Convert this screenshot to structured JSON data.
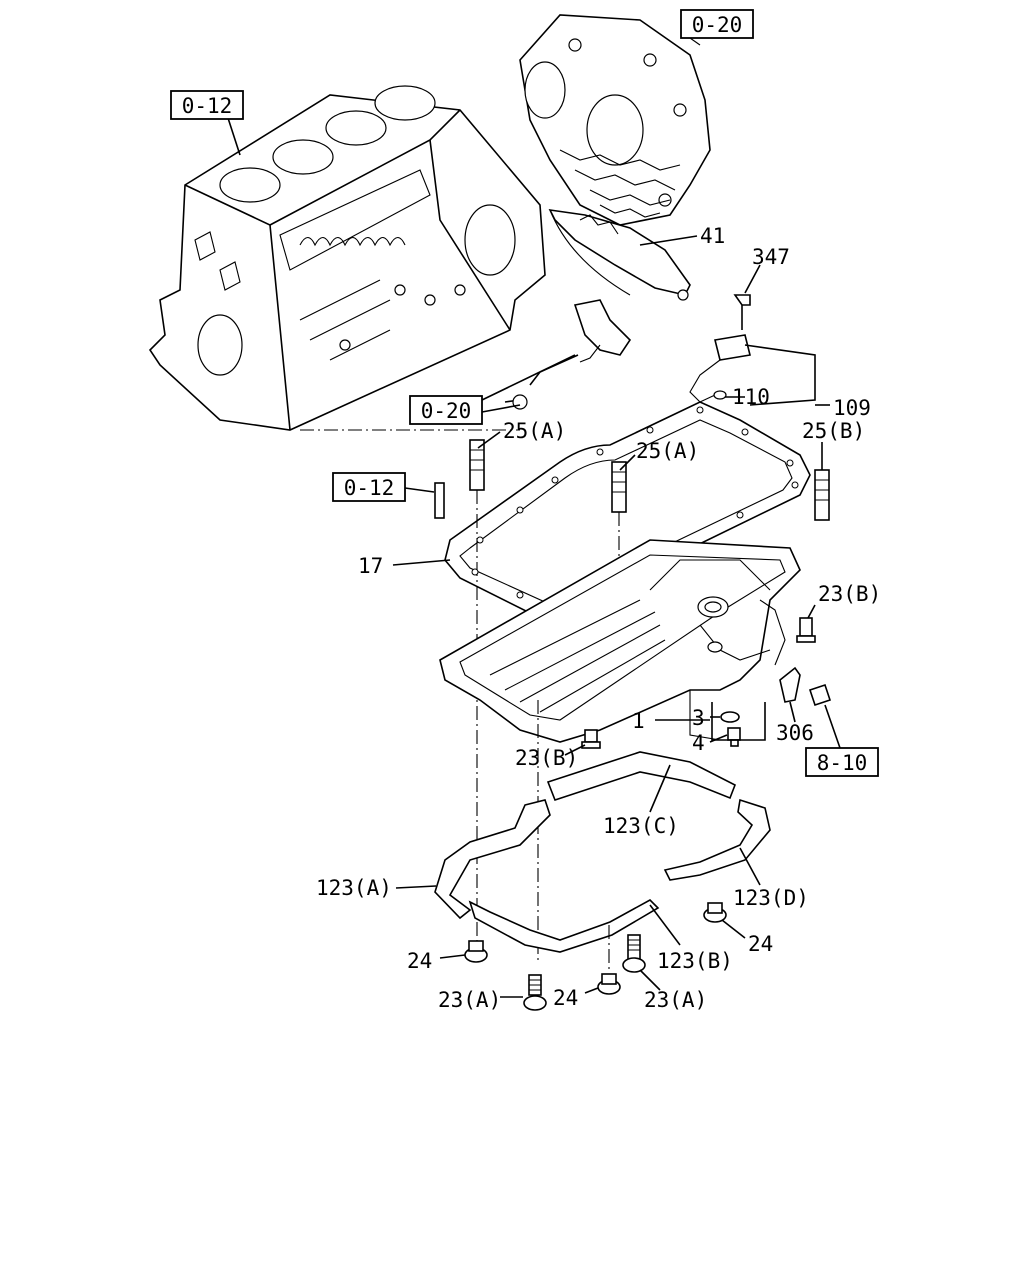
{
  "references": {
    "r_0_12_top": "0-12",
    "r_0_20_top": "0-20",
    "r_0_20_mid": "0-20",
    "r_0_12_mid": "0-12",
    "r_8_10": "8-10"
  },
  "callouts": {
    "c41": "41",
    "c347": "347",
    "c109": "109",
    "c110": "110",
    "c25a_left": "25(A)",
    "c25a_mid": "25(A)",
    "c25b": "25(B)",
    "c17": "17",
    "c23b_right": "23(B)",
    "c1": "1",
    "c3": "3",
    "c4": "4",
    "c306": "306",
    "c23b_bottom": "23(B)",
    "c123c": "123(C)",
    "c123a": "123(A)",
    "c123d": "123(D)",
    "c24_right": "24",
    "c123b": "123(B)",
    "c24_left": "24",
    "c23a_left": "23(A)",
    "c24_mid": "24",
    "c23a_right": "23(A)"
  }
}
